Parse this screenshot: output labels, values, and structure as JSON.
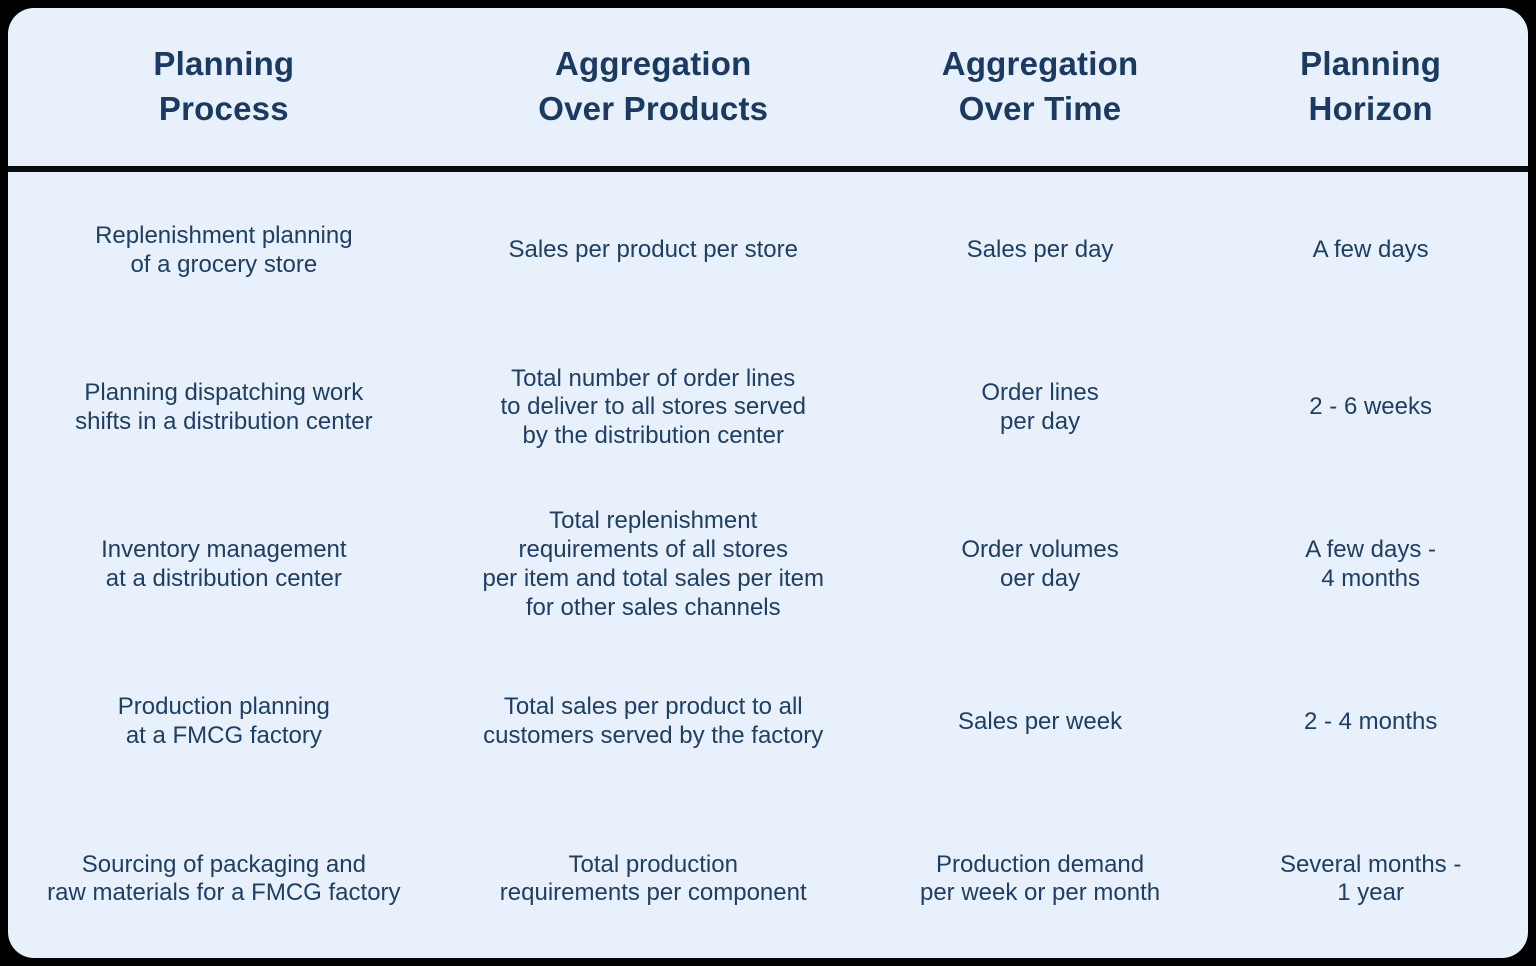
{
  "chart_data": {
    "type": "table",
    "columns": [
      "Planning\nProcess",
      "Aggregation\nOver Products",
      "Aggregation\nOver Time",
      "Planning\nHorizon"
    ],
    "rows": [
      [
        "Replenishment planning\nof a grocery store",
        "Sales per product per store",
        "Sales per day",
        "A few days"
      ],
      [
        "Planning dispatching work\nshifts in a distribution center",
        "Total number of order lines\nto deliver to all stores served\nby the distribution center",
        "Order lines\nper day",
        "2 - 6 weeks"
      ],
      [
        "Inventory management\nat a distribution center",
        "Total replenishment\nrequirements of all stores\nper item and total sales per item\nfor other sales channels",
        "Order volumes\noer day",
        "A few days -\n4 months"
      ],
      [
        "Production planning\nat a FMCG factory",
        "Total sales per product to all\ncustomers served by the factory",
        "Sales per week",
        "2 - 4 months"
      ],
      [
        "Sourcing of packaging and\nraw materials for a FMCG factory",
        "Total production\nrequirements per component",
        "Production demand\nper week or per month",
        "Several months -\n1 year"
      ]
    ],
    "layout": {
      "grid": "horizontal divider under header only",
      "legend": "none"
    }
  },
  "colors": {
    "page_background": "#000000",
    "card_background": "#e8f1fb",
    "header_text": "#1b3a61",
    "body_text": "#1e3e64",
    "divider": "#0b0b0b"
  }
}
